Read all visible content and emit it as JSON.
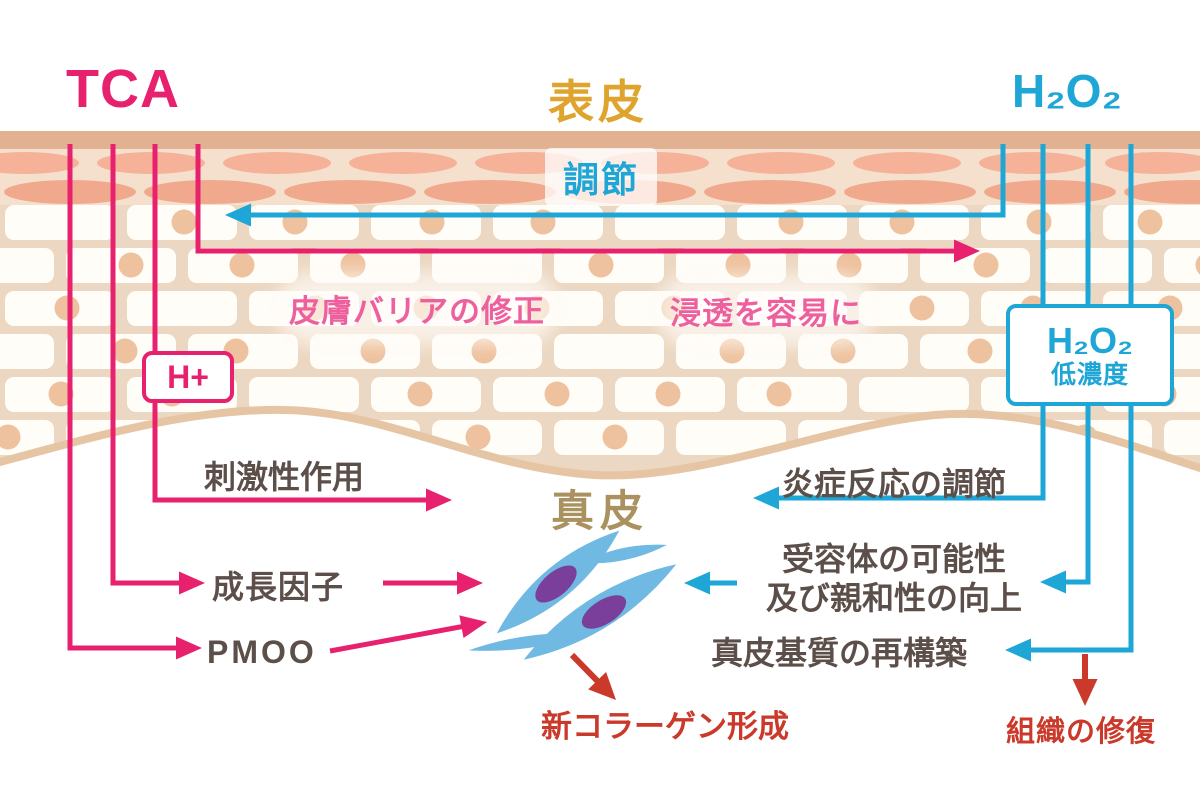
{
  "diagram": {
    "tca_label": "TCA",
    "epidermis_label": "表皮",
    "h2o2_label": "H₂O₂",
    "regulation_label": "調節",
    "barrier_label": "皮膚バリアの修正",
    "penetration_label": "浸透を容易に",
    "h_plus_label": "H+",
    "h2o2_low_line1": "H₂O₂",
    "h2o2_low_line2": "低濃度",
    "irritant_label": "刺激性作用",
    "inflammation_label": "炎症反応の調節",
    "dermis_label": "真皮",
    "growth_factor_label": "成長因子",
    "pmoo_label": "PMOO",
    "receptor_line1": "受容体の可能性",
    "receptor_line2": "及び親和性の向上",
    "matrix_label": "真皮基質の再構築",
    "collagen_label": "新コラーゲン形成",
    "tissue_repair_label": "組織の修復"
  },
  "colors": {
    "pink": "#e7216e",
    "soft_pink": "#ee609d",
    "cyan": "#1ea6d6",
    "gold": "#dfa42d",
    "khaki": "#aa9160",
    "dark_text": "#5c4f4a",
    "red": "#cb392b",
    "skin_band": "#e1b192",
    "skin_bg": "#f4e0cd",
    "skin_cell1": "#f5b298",
    "skin_cell2": "#f1a98d",
    "skin_mortar": "#ecd8c2",
    "skin_brick": "#fffdf8",
    "skin_dot": "#eec29e",
    "skin_wave": "#e6c5a4",
    "cell_blue": "#6fb9e2",
    "nucleus_purple": "#7a3f9b"
  }
}
